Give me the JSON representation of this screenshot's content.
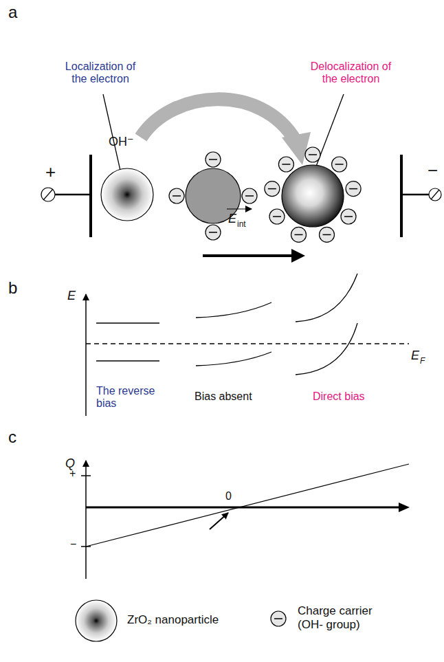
{
  "diagram": {
    "labels": [
      "a",
      "Localization of the electron",
      "Delocalization of the electron",
      "OH⁻",
      "+",
      "−",
      "E",
      "int",
      "b",
      "E",
      "E",
      "F",
      "The reverse bias",
      "Bias absent",
      "Direct bias",
      "c",
      "Q",
      "+",
      "−",
      "0"
    ],
    "legend": [
      {
        "text": "ZrO₂ nanoparticle"
      },
      {
        "text": "Charge carrier (OH- group)"
      }
    ]
  }
}
